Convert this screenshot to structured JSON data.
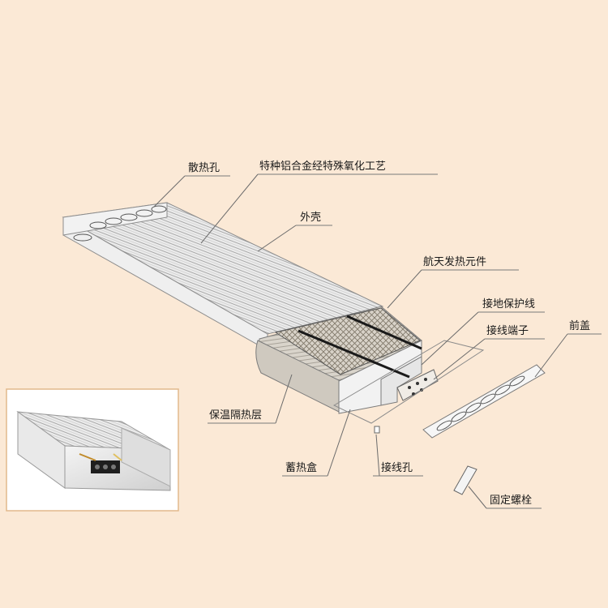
{
  "labels": {
    "vent_holes": "散热孔",
    "alloy_process": "特种铝合金经特殊氧化工艺",
    "shell": "外壳",
    "heating_element": "航天发热元件",
    "ground_wire": "接地保护线",
    "terminal": "接线端子",
    "front_cover": "前盖",
    "insulation": "保温隔热层",
    "heat_box": "蓄热盒",
    "wiring_hole": "接线孔",
    "fixing_bolt": "固定螺栓"
  },
  "colors": {
    "background": "#fbe9d6",
    "line": "#6b6b6b",
    "fin": "#c9c9c9",
    "photo_border": "#e2b98c"
  }
}
